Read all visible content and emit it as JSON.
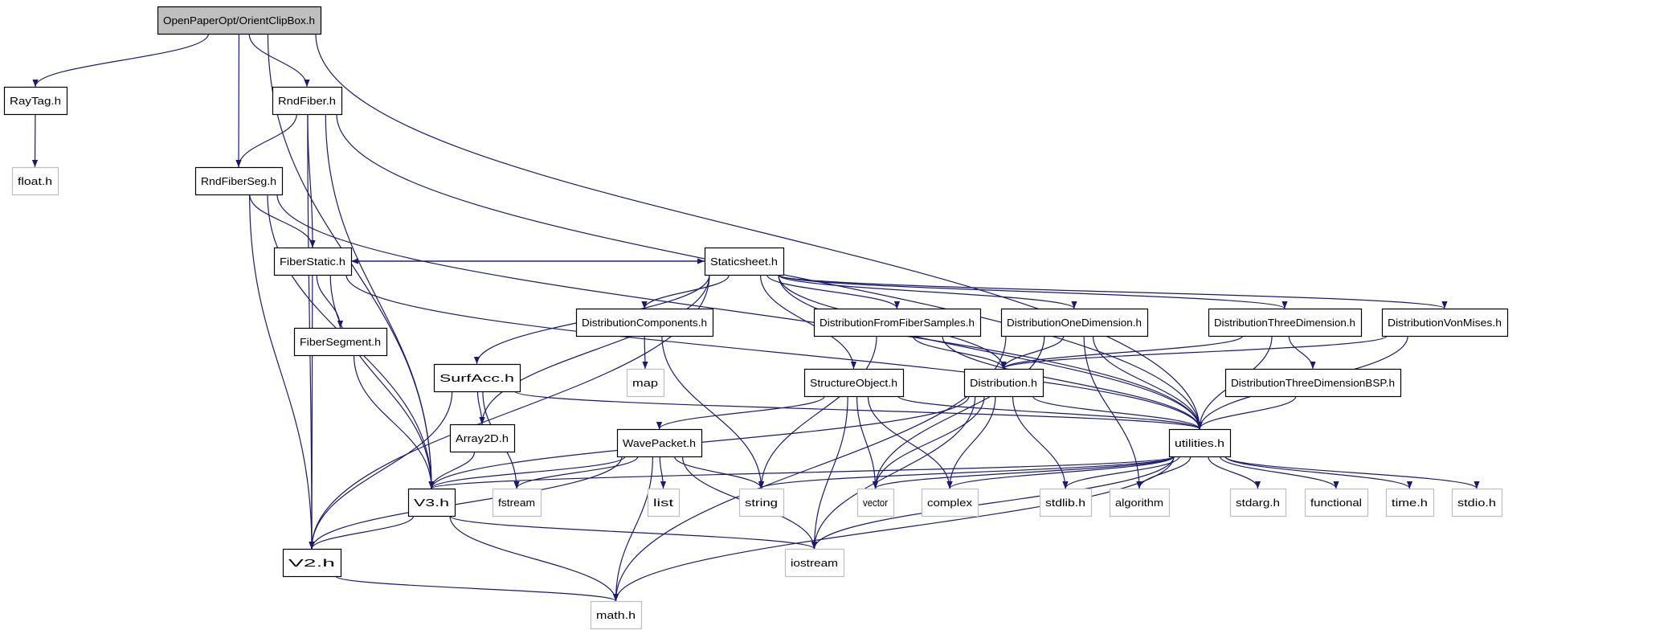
{
  "colors": {
    "edge": "#191970",
    "root_fill": "#bfbfbf",
    "system_border": "#bfbfbf"
  },
  "nodes": {
    "root": {
      "label": "OpenPaperOpt/OrientClipBox.h",
      "kind": "root"
    },
    "raytag": {
      "label": "RayTag.h",
      "kind": "project"
    },
    "float": {
      "label": "float.h",
      "kind": "system"
    },
    "rndfiber": {
      "label": "RndFiber.h",
      "kind": "project"
    },
    "rndfiberseg": {
      "label": "RndFiberSeg.h",
      "kind": "project"
    },
    "fiberstatic": {
      "label": "FiberStatic.h",
      "kind": "project"
    },
    "fibersegment": {
      "label": "FiberSegment.h",
      "kind": "project"
    },
    "staticsheet": {
      "label": "Staticsheet.h",
      "kind": "project"
    },
    "distcomp": {
      "label": "DistributionComponents.h",
      "kind": "project"
    },
    "distfromfiber": {
      "label": "DistributionFromFiberSamples.h",
      "kind": "project"
    },
    "distone": {
      "label": "DistributionOneDimension.h",
      "kind": "project"
    },
    "distthree": {
      "label": "DistributionThreeDimension.h",
      "kind": "project"
    },
    "distvon": {
      "label": "DistributionVonMises.h",
      "kind": "project"
    },
    "map": {
      "label": "map",
      "kind": "system"
    },
    "structobj": {
      "label": "StructureObject.h",
      "kind": "project"
    },
    "dist": {
      "label": "Distribution.h",
      "kind": "project"
    },
    "distbsp": {
      "label": "DistributionThreeDimensionBSP.h",
      "kind": "project"
    },
    "surfacc": {
      "label": "SurfAcc.h",
      "kind": "project"
    },
    "array2d": {
      "label": "Array2D.h",
      "kind": "project"
    },
    "wavepacket": {
      "label": "WavePacket.h",
      "kind": "project"
    },
    "utilities": {
      "label": "utilities.h",
      "kind": "project"
    },
    "v3": {
      "label": "V3.h",
      "kind": "project"
    },
    "fstream": {
      "label": "fstream",
      "kind": "system"
    },
    "list": {
      "label": "list",
      "kind": "system"
    },
    "string": {
      "label": "string",
      "kind": "system"
    },
    "vector": {
      "label": "vector",
      "kind": "system"
    },
    "complex": {
      "label": "complex",
      "kind": "system"
    },
    "stdlib": {
      "label": "stdlib.h",
      "kind": "system"
    },
    "algorithm": {
      "label": "algorithm",
      "kind": "system"
    },
    "stdarg": {
      "label": "stdarg.h",
      "kind": "system"
    },
    "functional": {
      "label": "functional",
      "kind": "system"
    },
    "time": {
      "label": "time.h",
      "kind": "system"
    },
    "stdio": {
      "label": "stdio.h",
      "kind": "system"
    },
    "v2": {
      "label": "V2.h",
      "kind": "project"
    },
    "iostream": {
      "label": "iostream",
      "kind": "system"
    },
    "math": {
      "label": "math.h",
      "kind": "system"
    }
  },
  "edges": [
    [
      "root",
      "raytag"
    ],
    [
      "root",
      "rndfiber"
    ],
    [
      "root",
      "rndfiberseg"
    ],
    [
      "root",
      "v3"
    ],
    [
      "root",
      "utilities"
    ],
    [
      "raytag",
      "float"
    ],
    [
      "rndfiber",
      "rndfiberseg"
    ],
    [
      "rndfiber",
      "fiberstatic"
    ],
    [
      "rndfiber",
      "v3"
    ],
    [
      "rndfiber",
      "v2"
    ],
    [
      "rndfiber",
      "utilities"
    ],
    [
      "rndfiberseg",
      "fiberstatic"
    ],
    [
      "rndfiberseg",
      "v3"
    ],
    [
      "rndfiberseg",
      "v2"
    ],
    [
      "rndfiberseg",
      "utilities"
    ],
    [
      "fiberstatic",
      "fibersegment"
    ],
    [
      "fiberstatic",
      "staticsheet"
    ],
    [
      "fiberstatic",
      "v3"
    ],
    [
      "fiberstatic",
      "v2"
    ],
    [
      "fiberstatic",
      "utilities"
    ],
    [
      "fibersegment",
      "v3"
    ],
    [
      "staticsheet",
      "fiberstatic"
    ],
    [
      "staticsheet",
      "distcomp"
    ],
    [
      "staticsheet",
      "distfromfiber"
    ],
    [
      "staticsheet",
      "distone"
    ],
    [
      "staticsheet",
      "distthree"
    ],
    [
      "staticsheet",
      "distvon"
    ],
    [
      "staticsheet",
      "structobj"
    ],
    [
      "staticsheet",
      "dist"
    ],
    [
      "staticsheet",
      "surfacc"
    ],
    [
      "staticsheet",
      "array2d"
    ],
    [
      "staticsheet",
      "v2"
    ],
    [
      "staticsheet",
      "utilities"
    ],
    [
      "distcomp",
      "map"
    ],
    [
      "distcomp",
      "string"
    ],
    [
      "distfromfiber",
      "string"
    ],
    [
      "distfromfiber",
      "dist"
    ],
    [
      "distfromfiber",
      "utilities"
    ],
    [
      "distone",
      "dist"
    ],
    [
      "distone",
      "vector"
    ],
    [
      "distone",
      "algorithm"
    ],
    [
      "distone",
      "utilities"
    ],
    [
      "distone",
      "math"
    ],
    [
      "distthree",
      "dist"
    ],
    [
      "distthree",
      "distbsp"
    ],
    [
      "distthree",
      "utilities"
    ],
    [
      "distvon",
      "dist"
    ],
    [
      "distvon",
      "utilities"
    ],
    [
      "distbsp",
      "utilities"
    ],
    [
      "structobj",
      "wavepacket"
    ],
    [
      "structobj",
      "utilities"
    ],
    [
      "structobj",
      "vector"
    ],
    [
      "structobj",
      "complex"
    ],
    [
      "structobj",
      "iostream"
    ],
    [
      "dist",
      "v3"
    ],
    [
      "dist",
      "utilities"
    ],
    [
      "dist",
      "vector"
    ],
    [
      "dist",
      "complex"
    ],
    [
      "dist",
      "stdlib"
    ],
    [
      "dist",
      "iostream"
    ],
    [
      "surfacc",
      "array2d"
    ],
    [
      "surfacc",
      "fstream"
    ],
    [
      "surfacc",
      "v2"
    ],
    [
      "surfacc",
      "utilities"
    ],
    [
      "array2d",
      "v3"
    ],
    [
      "wavepacket",
      "v3"
    ],
    [
      "wavepacket",
      "v2"
    ],
    [
      "wavepacket",
      "fstream"
    ],
    [
      "wavepacket",
      "list"
    ],
    [
      "wavepacket",
      "string"
    ],
    [
      "wavepacket",
      "iostream"
    ],
    [
      "wavepacket",
      "math"
    ],
    [
      "v3",
      "v2"
    ],
    [
      "v3",
      "iostream"
    ],
    [
      "v3",
      "math"
    ],
    [
      "v2",
      "math"
    ],
    [
      "utilities",
      "v3"
    ],
    [
      "utilities",
      "string"
    ],
    [
      "utilities",
      "vector"
    ],
    [
      "utilities",
      "complex"
    ],
    [
      "utilities",
      "stdlib"
    ],
    [
      "utilities",
      "algorithm"
    ],
    [
      "utilities",
      "stdarg"
    ],
    [
      "utilities",
      "functional"
    ],
    [
      "utilities",
      "time"
    ],
    [
      "utilities",
      "stdio"
    ],
    [
      "utilities",
      "iostream"
    ],
    [
      "utilities",
      "math"
    ]
  ]
}
